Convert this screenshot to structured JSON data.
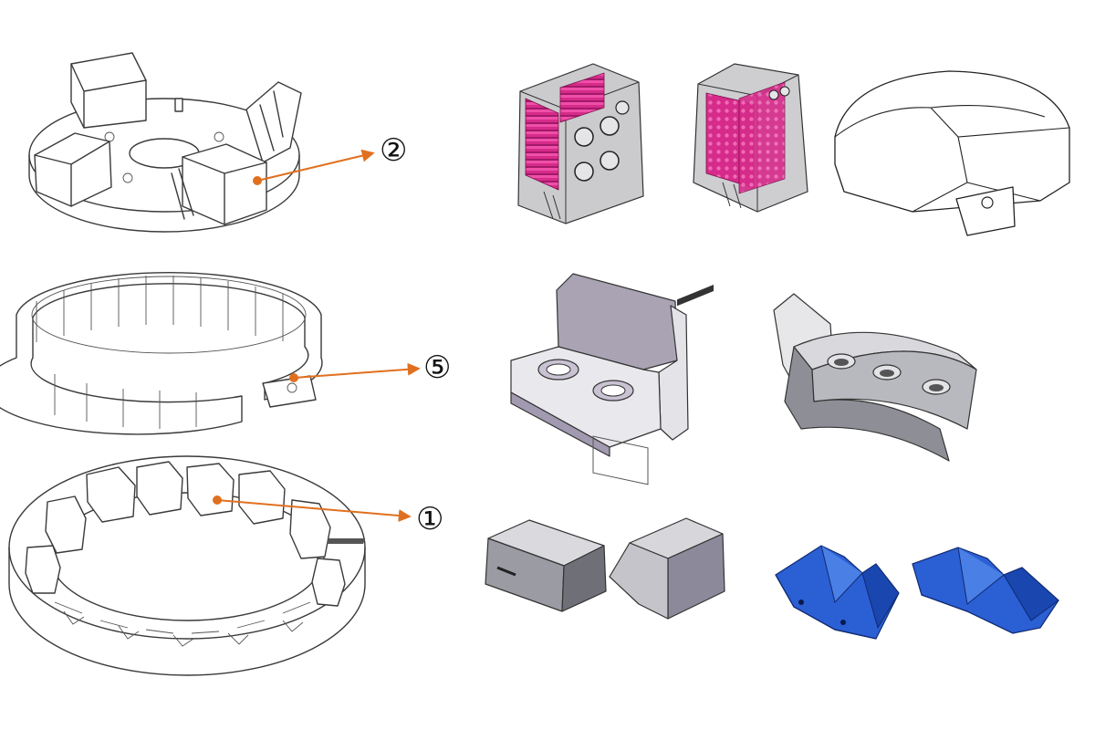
{
  "callouts": [
    {
      "id": "callout-2",
      "label": "②"
    },
    {
      "id": "callout-5",
      "label": "⑤"
    },
    {
      "id": "callout-1",
      "label": "①"
    }
  ],
  "colors": {
    "arrow": "#e07020",
    "insert_magenta": "#d62b8a",
    "housing_gray": "#b9b9bd",
    "metal_gray": "#c9c9cf",
    "blue_part": "#2b5fd4",
    "sketch_line": "#3a3a3a"
  }
}
